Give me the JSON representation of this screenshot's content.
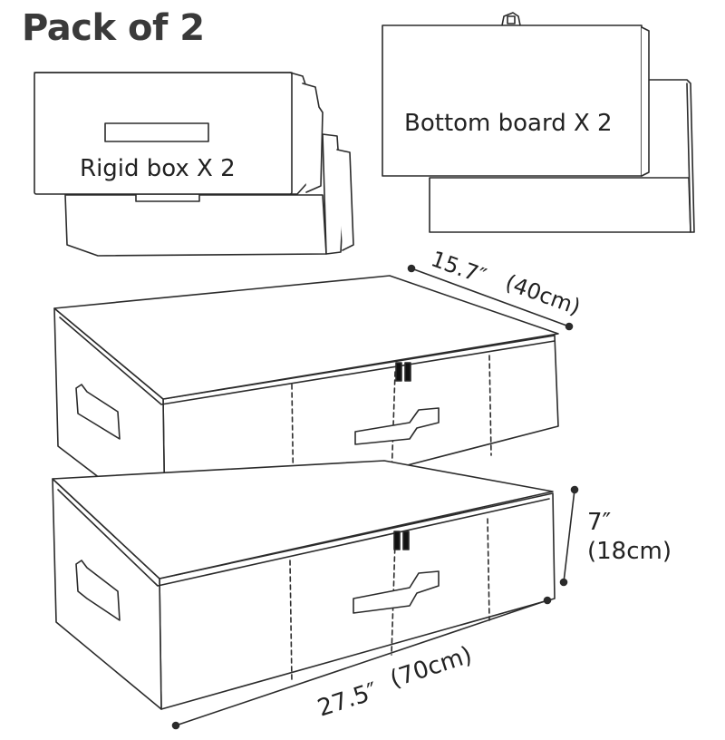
{
  "heading": "Pack of 2",
  "components": {
    "box_label": "Rigid box X 2",
    "board_label": "Bottom board X 2"
  },
  "dimensions": {
    "depth": "15.7″  (40cm)",
    "depth_in": "15.7″",
    "depth_cm": "(40cm)",
    "height_in": "7″",
    "height_cm": "(18cm)",
    "width": "27.5″  (70cm)",
    "width_in": "27.5″",
    "width_cm": "(70cm)"
  },
  "colors": {
    "line": "#2b2b2b",
    "fill": "#ffffff",
    "heading": "#3a3a3a"
  }
}
